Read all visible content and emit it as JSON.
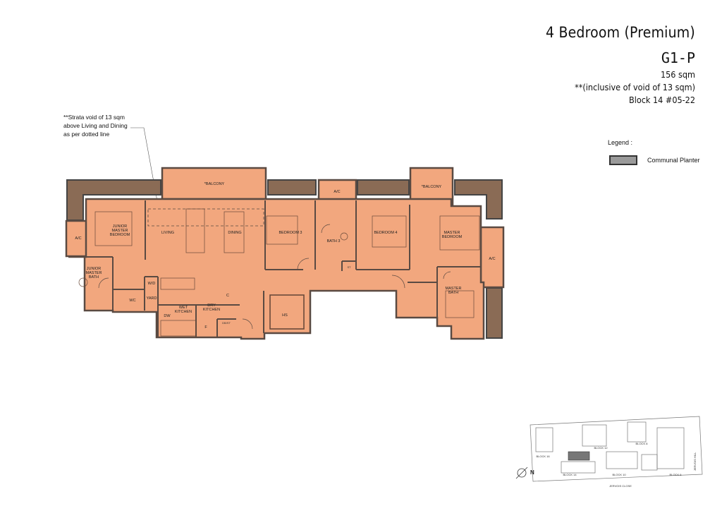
{
  "unit": {
    "title": "4 Bedroom (Premium)",
    "code": "G1-P",
    "area": "156 sqm",
    "inclusive_note": "**(inclusive of void of 13 sqm)",
    "block": "Block 14  #05-22"
  },
  "legend": {
    "title": "Legend :",
    "items": [
      {
        "label": "Communal Planter",
        "color": "#9a9a9a"
      }
    ]
  },
  "strata_note": [
    "**Strata void of 13 sqm",
    "above Living and Dining",
    "as per dotted line"
  ],
  "rooms": {
    "balcony_left": "*BALCONY",
    "balcony_right": "*BALCONY",
    "ac_top": "A/C",
    "ac_left": "A/C",
    "ac_right": "A/C",
    "junior_master_bedroom": [
      "JUNIOR",
      "MASTER",
      "BEDROOM"
    ],
    "living": "LIVING",
    "dining": "DINING",
    "bedroom3": "BEDROOM 3",
    "bath3": "BATH 3",
    "bedroom4": "BEDROOM 4",
    "master_bedroom": [
      "MASTER",
      "BEDROOM"
    ],
    "junior_master_bath": [
      "JUNIOR",
      "MASTER",
      "BATH"
    ],
    "wc": "WC",
    "wd": "W/D",
    "yard": "YARD",
    "dw": "DW",
    "wet_kitchen": [
      "WET",
      "KITCHEN"
    ],
    "dry_kitchen": [
      "DRY",
      "KITCHEN"
    ],
    "c": "C",
    "f": "F",
    "db_st": "DB/ST",
    "st": "ST",
    "hs": "HS",
    "master_bath": [
      "MASTER",
      "BATH"
    ]
  },
  "key_plan": {
    "blocks": [
      "BLOCK 10",
      "BLOCK 12",
      "BLOCK 8",
      "BLOCK 14",
      "BLOCK 16",
      "BLOCK 6"
    ],
    "road_bottom": "JERVOIS CLOSE",
    "road_right": "JERVOIS HILL",
    "north": "N"
  },
  "colors": {
    "floor": "#f2a77e",
    "wall": "#5a4a42",
    "planter": "#8a6b55"
  }
}
